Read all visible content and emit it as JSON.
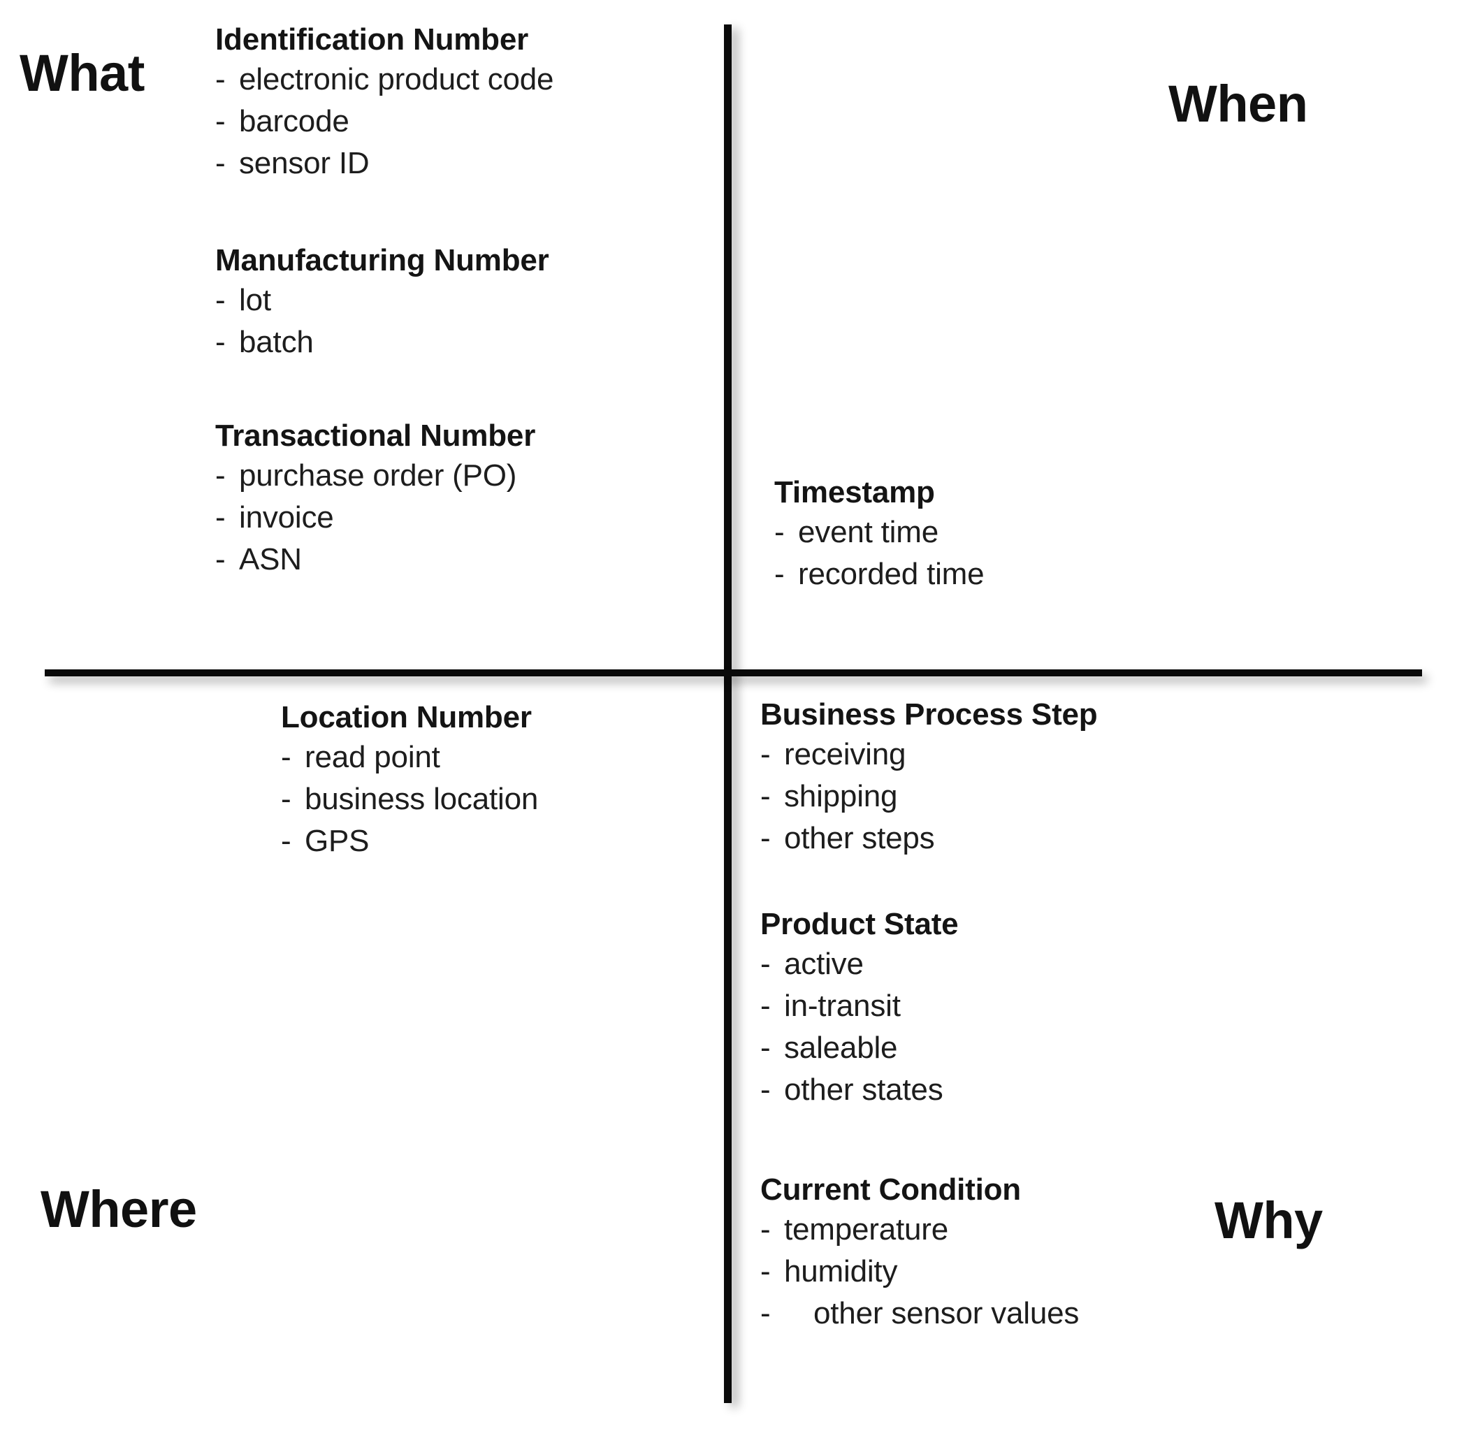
{
  "quadrants": {
    "top_left_label": "What",
    "top_right_label": "When",
    "bottom_left_label": "Where",
    "bottom_right_label": "Why"
  },
  "groups": {
    "identification": {
      "title": "Identification Number",
      "items": [
        "electronic product code",
        "barcode",
        "sensor ID"
      ]
    },
    "manufacturing": {
      "title": "Manufacturing Number",
      "items": [
        "lot",
        "batch"
      ]
    },
    "transactional": {
      "title": "Transactional Number",
      "items": [
        "purchase order (PO)",
        "invoice",
        "ASN"
      ]
    },
    "timestamp": {
      "title": "Timestamp",
      "items": [
        "event time",
        "recorded time"
      ]
    },
    "location": {
      "title": "Location Number",
      "items": [
        "read point",
        "business location",
        "GPS"
      ]
    },
    "business_process": {
      "title": "Business Process Step",
      "items": [
        "receiving",
        "shipping",
        "other steps"
      ]
    },
    "product_state": {
      "title": "Product State",
      "items": [
        "active",
        "in-transit",
        "saleable",
        "other states"
      ]
    },
    "current_condition": {
      "title": "Current Condition",
      "items": [
        "temperature",
        "humidity",
        "other sensor values"
      ]
    }
  },
  "bullet_marker": "-",
  "colors": {
    "axis": "#0a0a0a",
    "text": "#1d1d1d",
    "heading": "#141414",
    "background": "#ffffff"
  }
}
